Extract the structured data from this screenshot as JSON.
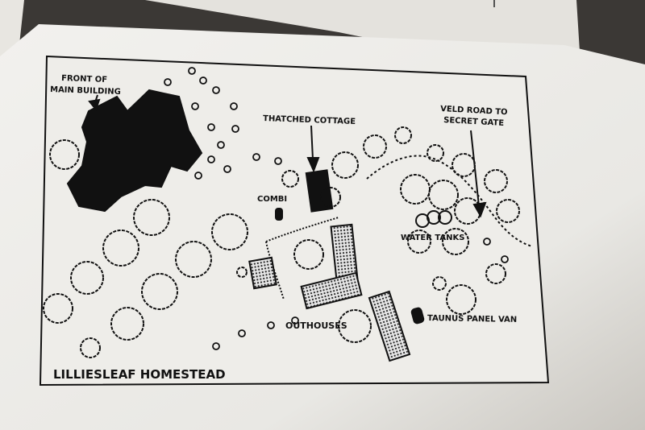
{
  "map": {
    "title": "LILLIESLEAF HOMESTEAD",
    "labels": {
      "front_line1": "FRONT OF",
      "front_line2": "MAIN BUILDING",
      "thatched": "THATCHED COTTAGE",
      "veld_line1": "VELD ROAD TO",
      "veld_line2": "SECRET GATE",
      "combi": "COMBI",
      "water_tanks": "WATER TANKS",
      "outhouses": "OUTHOUSES",
      "taunus": "TAUNUS PANEL VAN"
    }
  },
  "colors": {
    "page": "#eceae6",
    "ink": "#111111",
    "hatch_fill": "#cfcfcf",
    "background": "#3b3835"
  }
}
